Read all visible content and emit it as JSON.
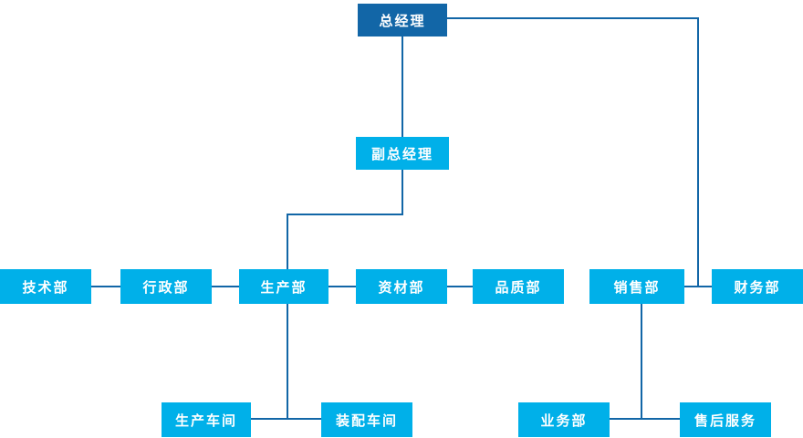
{
  "chart_title": "",
  "colors": {
    "root_box": "#1266A7",
    "branch_box": "#00B0E9",
    "connector_line": "#1266A7",
    "label_text": "#FFFFFF",
    "background": "#FFFFFF"
  },
  "nodes": {
    "general_manager": "总经理",
    "deputy_general_manager": "副总经理",
    "technology": "技术部",
    "administration": "行政部",
    "production": "生产部",
    "materials": "资材部",
    "quality": "品质部",
    "sales": "销售部",
    "finance": "财务部",
    "production_workshop": "生产车间",
    "assembly_workshop": "装配车间",
    "business": "业务部",
    "after_sales": "售后服务"
  },
  "edges": [
    [
      "general_manager",
      "deputy_general_manager"
    ],
    [
      "general_manager",
      "sales"
    ],
    [
      "general_manager",
      "finance"
    ],
    [
      "deputy_general_manager",
      "production"
    ],
    [
      "technology",
      "administration"
    ],
    [
      "administration",
      "production"
    ],
    [
      "production",
      "materials"
    ],
    [
      "materials",
      "quality"
    ],
    [
      "sales",
      "finance"
    ],
    [
      "production",
      "production_workshop"
    ],
    [
      "production",
      "assembly_workshop"
    ],
    [
      "sales",
      "business"
    ],
    [
      "sales",
      "after_sales"
    ]
  ]
}
